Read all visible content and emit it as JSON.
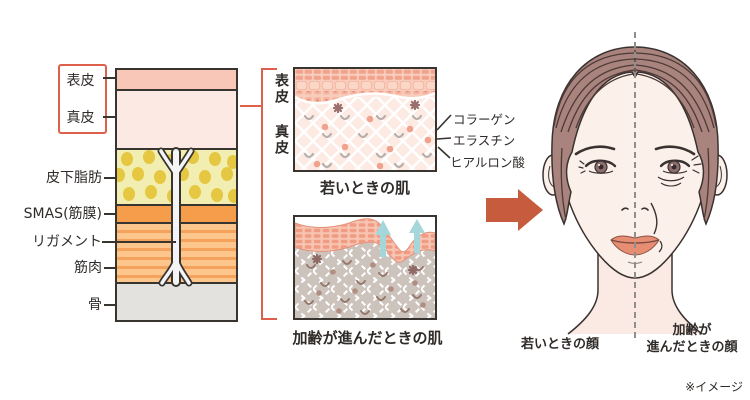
{
  "layer_diagram": {
    "epidermis_label": "表皮",
    "dermis_label": "真皮",
    "fat_label": "皮下脂肪",
    "smas_label": "SMAS(筋膜)",
    "ligament_label": "リガメント",
    "muscle_label": "筋肉",
    "bone_label": "骨"
  },
  "panels": {
    "epidermis_side_label": "表皮",
    "dermis_side_label": "真皮",
    "young_caption": "若いときの肌",
    "aged_caption": "加齢が進んだときの肌",
    "annotations": {
      "collagen": "コラーゲン",
      "elastin": "エラスチン",
      "hyaluronic_acid": "ヒアルロン酸"
    }
  },
  "face": {
    "young_caption": "若いときの顔",
    "aged_caption_line1": "加齢が",
    "aged_caption_line2": "進んだときの顔"
  },
  "footnote": "※イメージ",
  "colors": {
    "accent_red": "#dd614a",
    "transition_arrow": "#c75b3d",
    "epidermis_pink": "#f8c7b8",
    "dermis_pink": "#fde9e3",
    "fat_yellow": "#f2eeb2",
    "fat_dot_yellow": "#e6c741",
    "smas_orange": "#f59d4b",
    "muscle_orange": "#fcc68c",
    "bone_gray": "#e3e2df",
    "aged_dermis_gray": "#cdc3bd",
    "moisture_arrow_teal": "#a5d6da",
    "hair_mauve": "#a9837e",
    "lip_coral": "#e78e72"
  }
}
